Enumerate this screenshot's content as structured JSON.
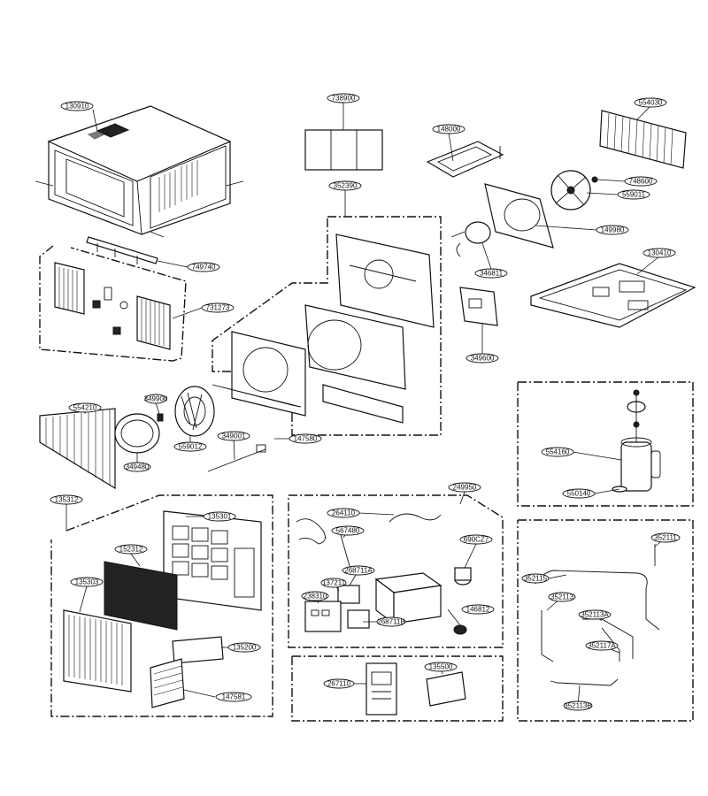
{
  "parts": {
    "p130910": "130910",
    "p738900": "738900",
    "p148000": "148000",
    "p554030": "554030",
    "p748600": "748600",
    "p559011": "559011",
    "p149980": "149980",
    "p352390": "352390",
    "p749740": "749740",
    "p346811": "346811",
    "p130410": "130410",
    "p731273": "731273",
    "p349600": "349600",
    "p554210": "554210",
    "p349900": "349900",
    "p559012": "559012",
    "p349001": "349001",
    "p349480": "349480",
    "p147580": "147580",
    "p554160": "554160",
    "p550140": "550140",
    "p135312": "135312",
    "p249950": "249950",
    "p135301": "135301",
    "p264110": "264110",
    "p152312": "152312",
    "p567480": "567480",
    "p690CZ7": "690CZ7",
    "p135303": "135303",
    "p268711A": "268711A",
    "p137211": "137211",
    "p238310": "238310",
    "p146812": "146812",
    "p268711B": "268711B",
    "p135200": "135200",
    "p147581": "147581",
    "p267110": "267110",
    "p135500": "135500",
    "p352111": "352111",
    "p352115": "352115",
    "p352113": "352113",
    "p352113A": "352113A",
    "p352117A": "352117A",
    "p352113B": "352113B"
  }
}
